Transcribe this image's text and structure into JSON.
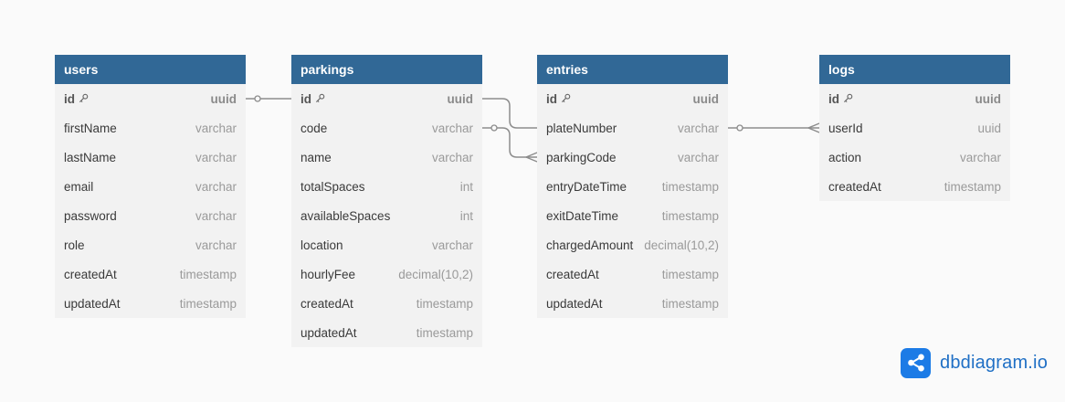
{
  "tables": [
    {
      "id": "users",
      "name": "users",
      "fields": [
        {
          "name": "id",
          "type": "uuid",
          "pk": true
        },
        {
          "name": "firstName",
          "type": "varchar"
        },
        {
          "name": "lastName",
          "type": "varchar"
        },
        {
          "name": "email",
          "type": "varchar"
        },
        {
          "name": "password",
          "type": "varchar"
        },
        {
          "name": "role",
          "type": "varchar"
        },
        {
          "name": "createdAt",
          "type": "timestamp"
        },
        {
          "name": "updatedAt",
          "type": "timestamp"
        }
      ]
    },
    {
      "id": "parkings",
      "name": "parkings",
      "fields": [
        {
          "name": "id",
          "type": "uuid",
          "pk": true
        },
        {
          "name": "code",
          "type": "varchar"
        },
        {
          "name": "name",
          "type": "varchar"
        },
        {
          "name": "totalSpaces",
          "type": "int"
        },
        {
          "name": "availableSpaces",
          "type": "int"
        },
        {
          "name": "location",
          "type": "varchar"
        },
        {
          "name": "hourlyFee",
          "type": "decimal(10,2)"
        },
        {
          "name": "createdAt",
          "type": "timestamp"
        },
        {
          "name": "updatedAt",
          "type": "timestamp"
        }
      ]
    },
    {
      "id": "entries",
      "name": "entries",
      "fields": [
        {
          "name": "id",
          "type": "uuid",
          "pk": true
        },
        {
          "name": "plateNumber",
          "type": "varchar"
        },
        {
          "name": "parkingCode",
          "type": "varchar"
        },
        {
          "name": "entryDateTime",
          "type": "timestamp"
        },
        {
          "name": "exitDateTime",
          "type": "timestamp"
        },
        {
          "name": "chargedAmount",
          "type": "decimal(10,2)"
        },
        {
          "name": "createdAt",
          "type": "timestamp"
        },
        {
          "name": "updatedAt",
          "type": "timestamp"
        }
      ]
    },
    {
      "id": "logs",
      "name": "logs",
      "fields": [
        {
          "name": "id",
          "type": "uuid",
          "pk": true
        },
        {
          "name": "userId",
          "type": "uuid"
        },
        {
          "name": "action",
          "type": "varchar"
        },
        {
          "name": "createdAt",
          "type": "timestamp"
        }
      ]
    }
  ],
  "relations": [
    {
      "from": "users.id",
      "to": "parkings.id",
      "from_end": "one",
      "to_end": "one"
    },
    {
      "from": "parkings.id",
      "to": "entries.plateNumber",
      "from_end": "one",
      "to_end": "one"
    },
    {
      "from": "parkings.code",
      "to": "entries.parkingCode",
      "from_end": "one",
      "to_end": "many"
    },
    {
      "from": "entries.plateNumber",
      "to": "logs.userId",
      "from_end": "one",
      "to_end": "many"
    }
  ],
  "brand": {
    "name": "dbdiagram.io",
    "icon": "share-nodes-icon"
  },
  "colors": {
    "header": "#316896",
    "body": "#f2f2f2",
    "line": "#8c8c8c",
    "brand": "#1c7be6"
  }
}
